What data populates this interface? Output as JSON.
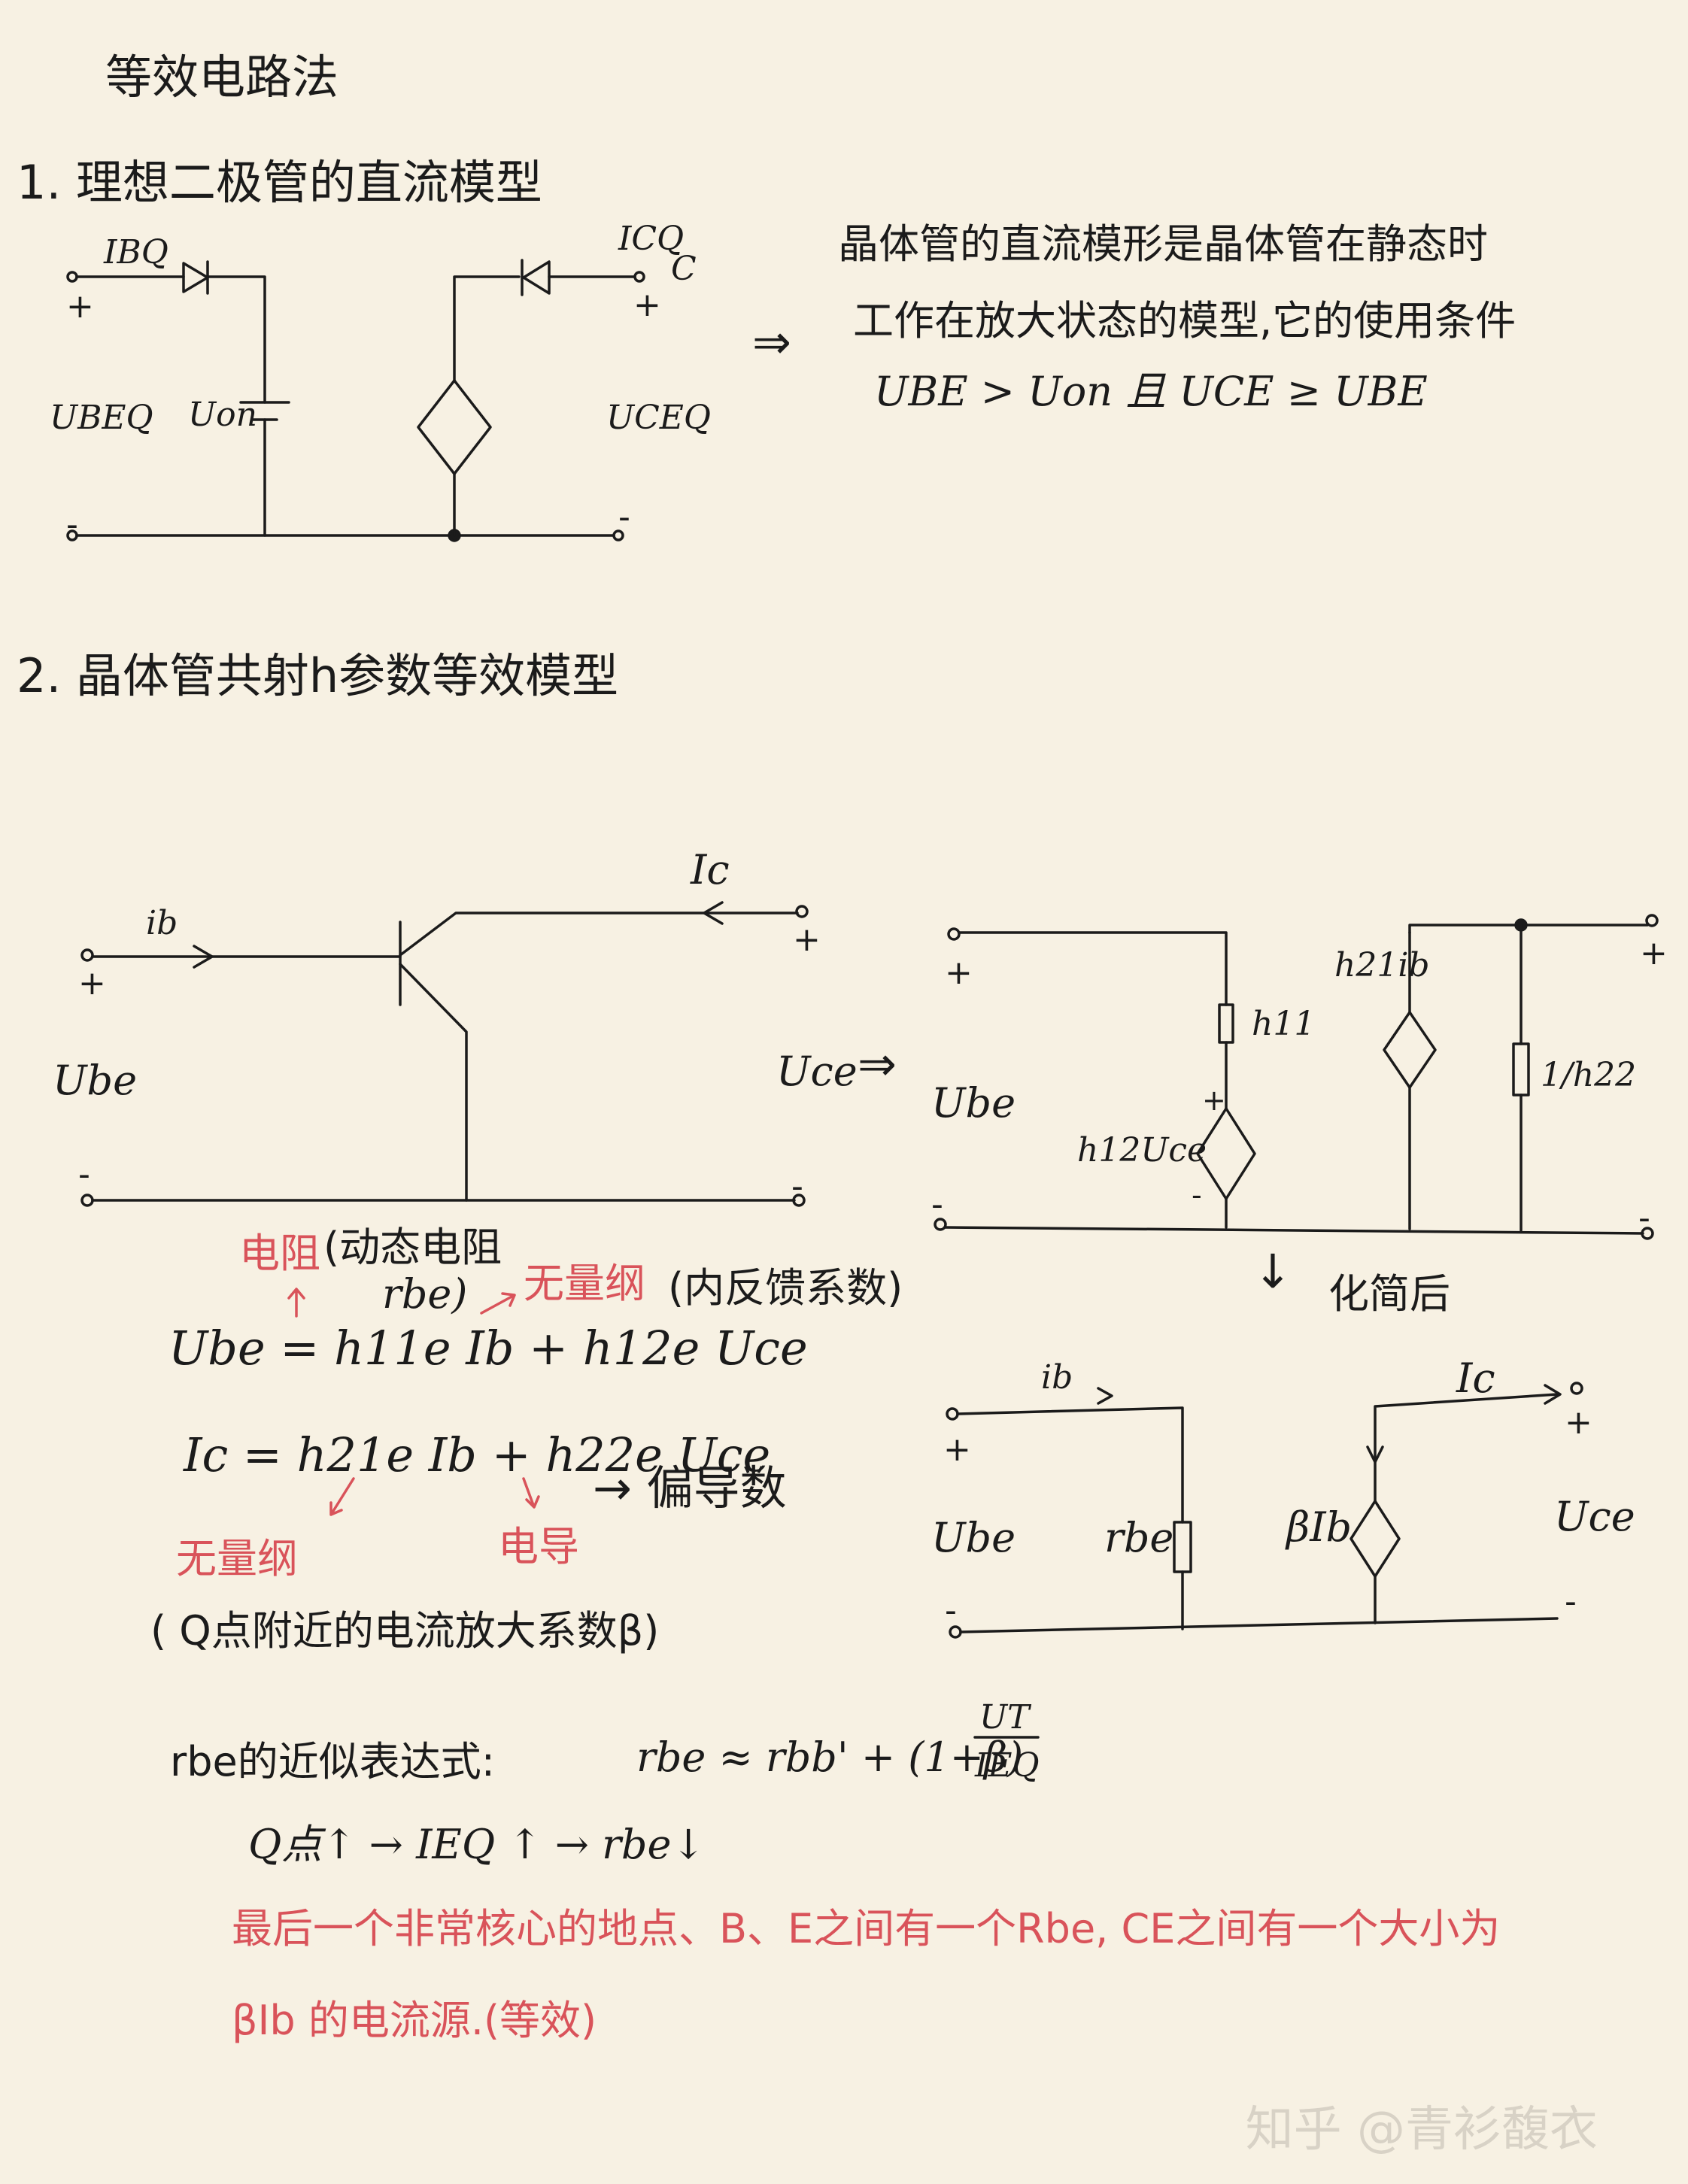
{
  "title": "等效电路法",
  "section1": {
    "heading": "1. 理想二极管的直流模型",
    "labels": {
      "ibq": "IBQ",
      "icq": "ICQ",
      "c": "C",
      "plus_left": "+",
      "plus_right": "+",
      "minus_left": "-",
      "minus_right": "-",
      "ubeq": "UBEQ",
      "uon": "Uon",
      "uceq": "UCEQ"
    },
    "arrow": "⇒",
    "note_line1": "晶体管的直流模形是晶体管在静态时",
    "note_line2": "工作在放大状态的模型,它的使用条件",
    "note_line3": "UBE > Uon 且 UCE ≥ UBE"
  },
  "section2": {
    "heading": "2. 晶体管共射h参数等效模型",
    "left_circuit": {
      "ib": "ib",
      "ic": "Ic",
      "ube": "Ube",
      "uce": "Uce",
      "plus_in": "+",
      "minus_in": "-",
      "plus_out": "+",
      "minus_out": "-",
      "arrow": "⇒"
    },
    "right_circuit": {
      "h11": "h11",
      "h12uce": "h12Uce",
      "h21ib": "h21ib",
      "h22": "1/h22",
      "ube": "Ube",
      "plus_in": "+",
      "minus_in": "-",
      "plus_out": "+",
      "minus_out": "-",
      "plus_src": "+",
      "minus_src": "-"
    },
    "simplify_arrow": "↓",
    "simplify_label": "化简后",
    "simplified": {
      "ib": "ib",
      "ic": "Ic",
      "ube": "Ube",
      "rbe": "rbe",
      "beta_ib": "βIb",
      "uce": "Uce",
      "plus_in": "+",
      "minus_in": "-",
      "plus_out": "+",
      "minus_out": "-"
    }
  },
  "annotations": {
    "resistance": "电阻",
    "dynamic_resistance": "(动态电阻",
    "rbe_paren": "rbe)",
    "dimensionless_top": "无量纲",
    "feedback_coeff": "(内反馈系数)",
    "eq1": "Ube = h11e Ib + h12e Uce",
    "eq2": "Ic  = h21e Ib + h22e Uce",
    "partial_derivative": "→ 偏导数",
    "dimensionless_bottom": "无量纲",
    "conductance": "电导",
    "q_point_beta": "( Q点附近的电流放大系数β)"
  },
  "rbe_section": {
    "label": "rbe的近似表达式:",
    "formula_prefix": "rbe ≈ rbb' +  (1+β)",
    "fraction_num": "UT",
    "fraction_den": "IEQ",
    "trend": "Q点↑ → IEQ ↑ → rbe↓"
  },
  "conclusion_line1": "最后一个非常核心的地点、B、E之间有一个Rbe, CE之间有一个大小为",
  "conclusion_line2": "βIb 的电流源.(等效)",
  "watermark": "知乎 @青衫馥衣"
}
